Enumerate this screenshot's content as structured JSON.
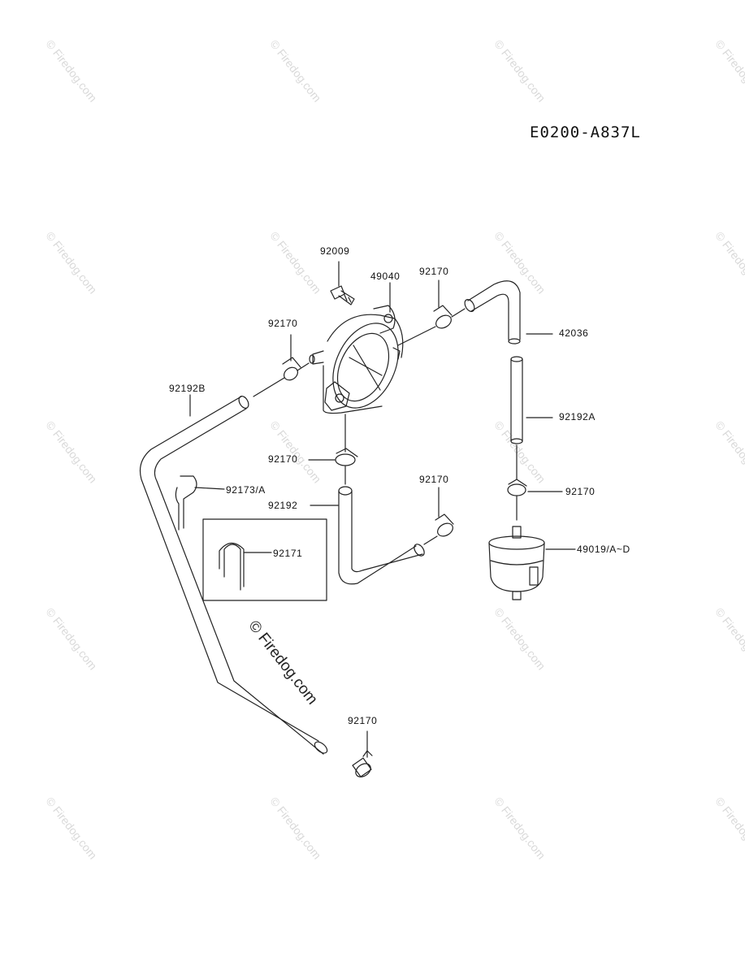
{
  "diagram_id": "E0200-A837L",
  "watermark": "© Firedog.com",
  "part_labels": {
    "p92009": "92009",
    "p49040": "49040",
    "p92170_top_right": "92170",
    "p92170_top_left": "92170",
    "p42036": "42036",
    "p92192B": "92192B",
    "p92192A": "92192A",
    "p92170_mid": "92170",
    "p92173A": "92173/A",
    "p92192": "92192",
    "p92170_mid_right": "92170",
    "p92170_right": "92170",
    "p92171": "92171",
    "p49019": "49019/A~D",
    "p92170_bottom": "92170"
  }
}
